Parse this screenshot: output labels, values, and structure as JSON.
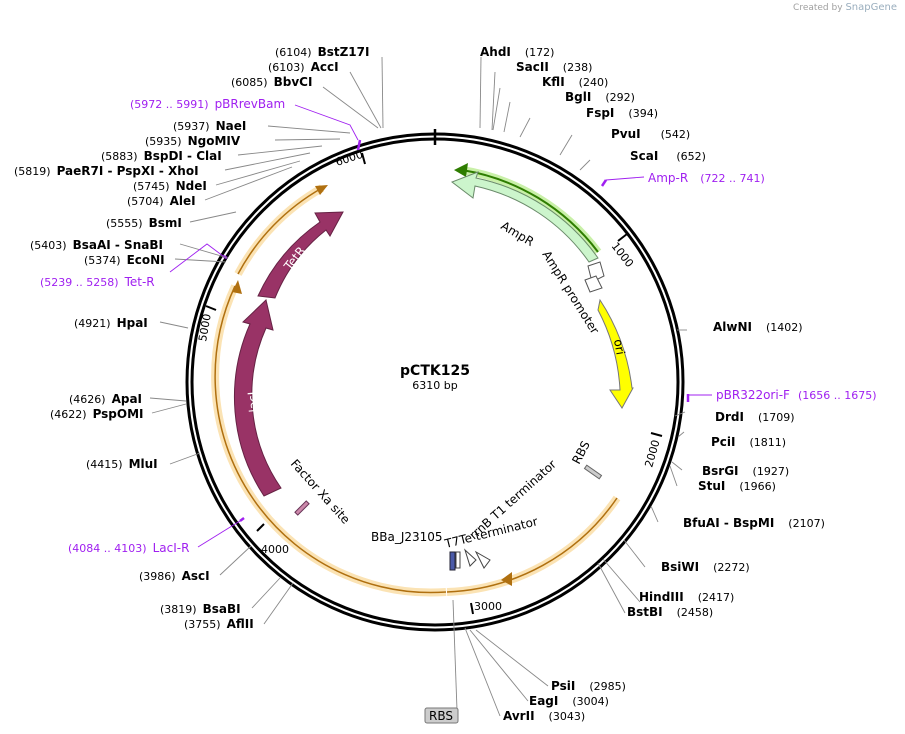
{
  "credit": {
    "prefix": "Created by",
    "brand": "SnapGene"
  },
  "plasmid": {
    "name": "pCTK125",
    "length_label": "6310 bp",
    "length": 6310
  },
  "ticks": [
    "1000",
    "2000",
    "3000",
    "4000",
    "5000",
    "6000"
  ],
  "sites": [
    {
      "name": "BstZ17I",
      "pos": "(6104)"
    },
    {
      "name": "AccI",
      "pos": "(6103)"
    },
    {
      "name": "BbvCI",
      "pos": "(6085)"
    },
    {
      "name": "NaeI",
      "pos": "(5937)"
    },
    {
      "name": "NgoMIV",
      "pos": "(5935)"
    },
    {
      "name": "BspDI  -  ClaI",
      "pos": "(5883)"
    },
    {
      "name": "PaeR7I  -  PspXI  -  XhoI",
      "pos": "(5819)"
    },
    {
      "name": "NdeI",
      "pos": "(5745)"
    },
    {
      "name": "AleI",
      "pos": "(5704)"
    },
    {
      "name": "BsmI",
      "pos": "(5555)"
    },
    {
      "name": "BsaAI  -  SnaBI",
      "pos": "(5403)"
    },
    {
      "name": "EcoNI",
      "pos": "(5374)"
    },
    {
      "name": "HpaI",
      "pos": "(4921)"
    },
    {
      "name": "ApaI",
      "pos": "(4626)"
    },
    {
      "name": "PspOMI",
      "pos": "(4622)"
    },
    {
      "name": "MluI",
      "pos": "(4415)"
    },
    {
      "name": "AscI",
      "pos": "(3986)"
    },
    {
      "name": "BsaBI",
      "pos": "(3819)"
    },
    {
      "name": "AflII",
      "pos": "(3755)"
    },
    {
      "name": "AhdI",
      "pos": "(172)"
    },
    {
      "name": "SacII",
      "pos": "(238)"
    },
    {
      "name": "KflI",
      "pos": "(240)"
    },
    {
      "name": "BglI",
      "pos": "(292)"
    },
    {
      "name": "FspI",
      "pos": "(394)"
    },
    {
      "name": "PvuI",
      "pos": "(542)"
    },
    {
      "name": "ScaI",
      "pos": "(652)"
    },
    {
      "name": "AlwNI",
      "pos": "(1402)"
    },
    {
      "name": "DrdI",
      "pos": "(1709)"
    },
    {
      "name": "PciI",
      "pos": "(1811)"
    },
    {
      "name": "BsrGI",
      "pos": "(1927)"
    },
    {
      "name": "StuI",
      "pos": "(1966)"
    },
    {
      "name": "BfuAI  -  BspMI",
      "pos": "(2107)"
    },
    {
      "name": "BsiWI",
      "pos": "(2272)"
    },
    {
      "name": "HindIII",
      "pos": "(2417)"
    },
    {
      "name": "BstBI",
      "pos": "(2458)"
    },
    {
      "name": "PsiI",
      "pos": "(2985)"
    },
    {
      "name": "EagI",
      "pos": "(3004)"
    },
    {
      "name": "AvrII",
      "pos": "(3043)"
    }
  ],
  "primers": [
    {
      "name": "pBRrevBam",
      "range": "(5972 .. 5991)"
    },
    {
      "name": "Tet-R",
      "range": "(5239 .. 5258)"
    },
    {
      "name": "LacI-R",
      "range": "(4084 .. 4103)"
    },
    {
      "name": "Amp-R",
      "range": "(722 .. 741)"
    },
    {
      "name": "pBR322ori-F",
      "range": "(1656 .. 1675)"
    }
  ],
  "features": {
    "ampr": "AmpR",
    "ampr_promoter": "AmpR promoter",
    "ori": "ori",
    "rbs": "RBS",
    "rbs_box": "RBS",
    "t7te": "T7Te terminator",
    "rrnb": "rrnB T1 terminator",
    "bba": "BBa_J23105",
    "factor_xa": "Factor Xa site",
    "laci": "lacI",
    "tetr": "TetR"
  },
  "colors": {
    "ampr_fill": "#ccf5cc",
    "ampr_arc": "#2e7d00",
    "ori": "#ffff00",
    "orf_arc": "#e8a020",
    "repressor": "#993366",
    "primer": "#a020f0",
    "promoter_j": "#4a5aa8"
  }
}
